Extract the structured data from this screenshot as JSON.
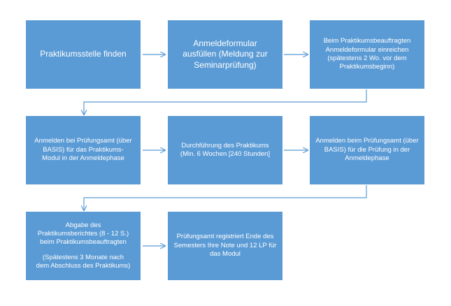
{
  "steps": {
    "s1": {
      "text": "Praktikumsstelle finden"
    },
    "s2": {
      "text": "Anmeldeformular ausfüllen (Meldung zur Seminarprüfung)"
    },
    "s3": {
      "text": "Beim Praktikumsbeauftragten Anmeldeformular einreichen (spätestens 2 Wo. vor dem Praktikumsbeginn)"
    },
    "s4": {
      "text": "Anmelden bei Prüfungsamt (über BASIS) für das Praktikums-Modul in der Anmeldephase"
    },
    "s5": {
      "text": "Durchführung des Praktikums (Min. 6 Wochen [240 Stunden]"
    },
    "s6": {
      "text": "Anmelden beim Prüfungsamt (über BASIS) für die Prüfung in der Anmeldephase"
    },
    "s7": {
      "line1": "Abgabe des Praktikumsberichtes (8 - 12 S.) beim Praktikumsbeauftragten",
      "line2": "(Spätestens 3 Monate nach dem Abschluss des Praktikums)"
    },
    "s8": {
      "text": "Prüfungsamt registriert Ende des Semesters Ihre Note und 12 LP für das Modul"
    }
  },
  "colors": {
    "box_fill": "#5b9bd5",
    "box_text": "#ffffff",
    "connector": "#5b9bd5"
  }
}
